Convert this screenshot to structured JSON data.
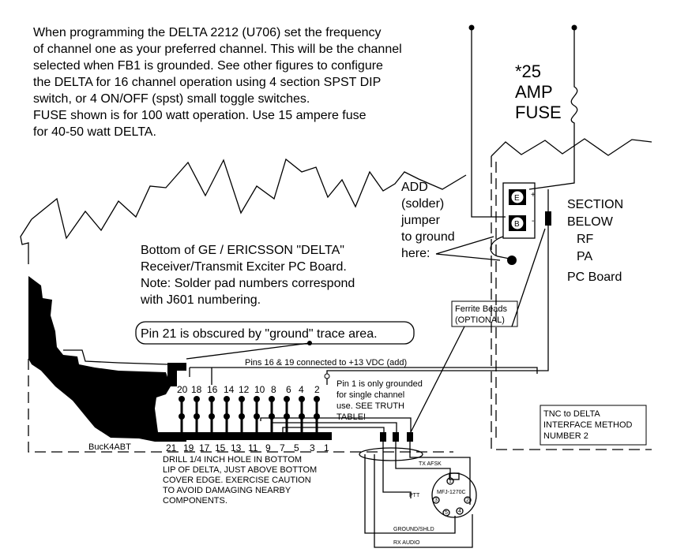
{
  "notes": {
    "intro": [
      "When programming the DELTA 2212 (U706) set the frequency",
      "of channel one as your preferred channel.  This will be the channel",
      "selected when FB1 is grounded.  See other figures to configure",
      "the DELTA for 16 channel operation using 4 section SPST DIP",
      "switch, or 4 ON/OFF (spst) small toggle switches.",
      "FUSE shown is for 100 watt operation.  Use 15 ampere fuse",
      "for 40-50 watt DELTA."
    ],
    "board": [
      "Bottom of GE / ERICSSON \"DELTA\"",
      "Receiver/Transmit Exciter PC Board.",
      "Note:  Solder pad numbers correspond",
      "with J601 numbering."
    ],
    "add_jumper": [
      "ADD",
      "(solder)",
      "jumper",
      "to ground",
      "here:"
    ],
    "fuse": [
      "*25",
      "AMP",
      "FUSE"
    ],
    "section": [
      "SECTION",
      "BELOW",
      "RF",
      "PA",
      "PC Board"
    ],
    "ferrite": [
      "Ferrite Beads",
      "(OPTIONAL)"
    ],
    "pin21": "Pin 21 is obscured by \"ground\" trace area.",
    "pins_16_19": "Pins 16 & 19 connected to +13 VDC (add)",
    "pin1": [
      "Pin 1 is only grounded",
      "for single channel",
      "use. SEE TRUTH",
      "TABLE!"
    ],
    "drill": [
      "DRILL 1/4 INCH HOLE IN BOTTOM",
      "LIP OF DELTA, JUST ABOVE BOTTOM",
      "COVER EDGE.  EXERCISE CAUTION",
      "TO AVOID DAMAGING NEARBY",
      "COMPONENTS."
    ],
    "tnc": [
      "TNC to DELTA",
      "INTERFACE METHOD",
      "NUMBER  2"
    ],
    "author": "BucK4ABT"
  },
  "pins": {
    "even": [
      "20",
      "18",
      "16",
      "14",
      "12",
      "10",
      "8",
      "6",
      "4",
      "2"
    ],
    "odd": [
      "21",
      "19",
      "17",
      "15",
      "13",
      "11",
      "9",
      "7",
      "5",
      "3",
      "1"
    ]
  },
  "components": {
    "e_terminal": "E",
    "b_terminal": "B",
    "plus": "+",
    "minus": "-"
  },
  "connector": {
    "model": "MFJ-1270C",
    "tx_label": "TX AFSK",
    "ptt_label": "PTT",
    "ground_label": "GROUND/SHLD",
    "rx_label": "RX AUDIO",
    "pin_a": "1",
    "pin_b": "2",
    "pin_c": "3",
    "pin_d": "4",
    "pin_e": "5"
  }
}
